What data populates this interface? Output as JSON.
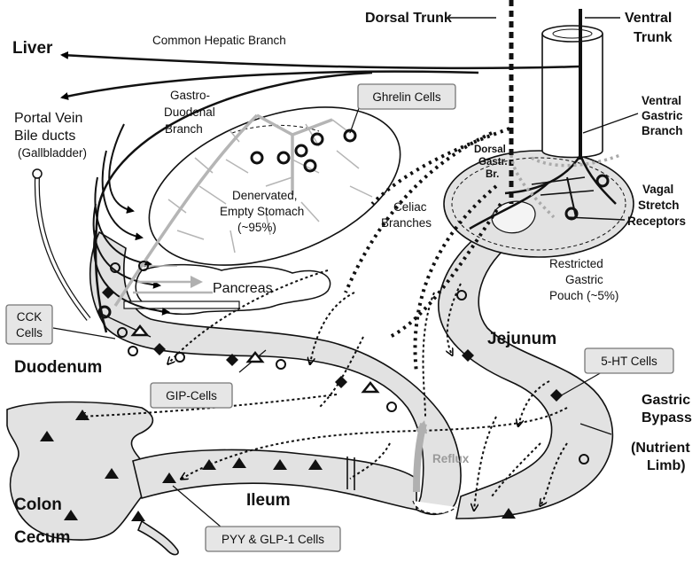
{
  "labels": {
    "liver": "Liver",
    "common_hepatic": "Common Hepatic Branch",
    "portal_vein": "Portal Vein",
    "bile_ducts": "Bile ducts",
    "gallbladder": "(Gallbladder)",
    "gastro_duodenal_1": "Gastro-",
    "gastro_duodenal_2": "Duodenal",
    "gastro_duodenal_3": "Branch",
    "dorsal_trunk": "Dorsal Trunk",
    "ventral_trunk_1": "Ventral",
    "ventral_trunk_2": "Trunk",
    "ventral_gastric_1": "Ventral",
    "ventral_gastric_2": "Gastric",
    "ventral_gastric_3": "Branch",
    "dorsal_gastr_1": "Dorsal",
    "dorsal_gastr_2": "Gastr.",
    "dorsal_gastr_3": "Br.",
    "denervated_1": "Denervated,",
    "denervated_2": "Empty Stomach",
    "denervated_3": "(~95%)",
    "celiac_1": "Celiac",
    "celiac_2": "Branches",
    "vagal_1": "Vagal",
    "vagal_2": "Stretch",
    "vagal_3": "Receptors",
    "restricted_1": "Restricted",
    "restricted_2": "Gastric",
    "restricted_3": "Pouch (~5%)",
    "pancreas": "Pancreas",
    "duodenum": "Duodenum",
    "jejunum": "Jejunum",
    "gastric_bypass_1": "Gastric",
    "gastric_bypass_2": "Bypass",
    "gastric_bypass_3": "(Nutrient",
    "gastric_bypass_4": "Limb)",
    "reflux": "Reflux",
    "ileum": "Ileum",
    "colon": "Colon",
    "cecum": "Cecum"
  },
  "boxes": {
    "ghrelin": "Ghrelin Cells",
    "cck_1": "CCK",
    "cck_2": "Cells",
    "gip": "GIP-Cells",
    "ht5": "5-HT Cells",
    "pyy": "PYY & GLP-1 Cells"
  },
  "colors": {
    "gut_fill": "#e2e2e2",
    "box_fill": "#e6e6e6",
    "nerve": "#000000",
    "denervated_nerve": "#b5b5b5"
  }
}
